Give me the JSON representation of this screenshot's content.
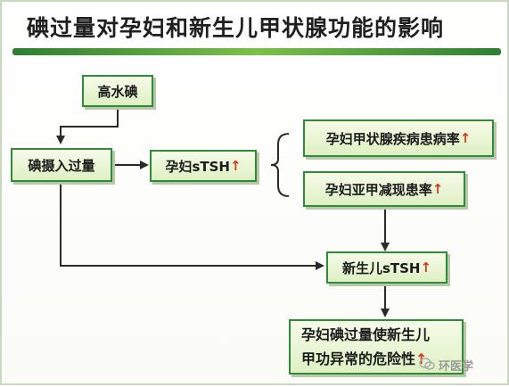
{
  "title": "碘过量对孕妇和新生儿甲状腺功能的影响",
  "nodes": {
    "high_iodine": "高水碘",
    "excess_intake": "碘摄入过量",
    "maternal_tsh": "孕妇sTSH",
    "thyroid_disease": "孕妇甲状腺疾病患病率",
    "hypothyroid": "孕妇亚甲减现患率",
    "newborn_tsh": "新生儿sTSH",
    "risk_line1": "孕妇碘过量使新生儿",
    "risk_line2": "甲功异常的危险性"
  },
  "arrow_glyph": "↑",
  "watermark": "环医学",
  "colors": {
    "box_border": "#2f8a3a",
    "box_fill_top": "#f6fbe9",
    "box_fill_bottom": "#dff0c3",
    "up_arrow": "#d23b1f",
    "title_rule": "#2e7d32"
  }
}
